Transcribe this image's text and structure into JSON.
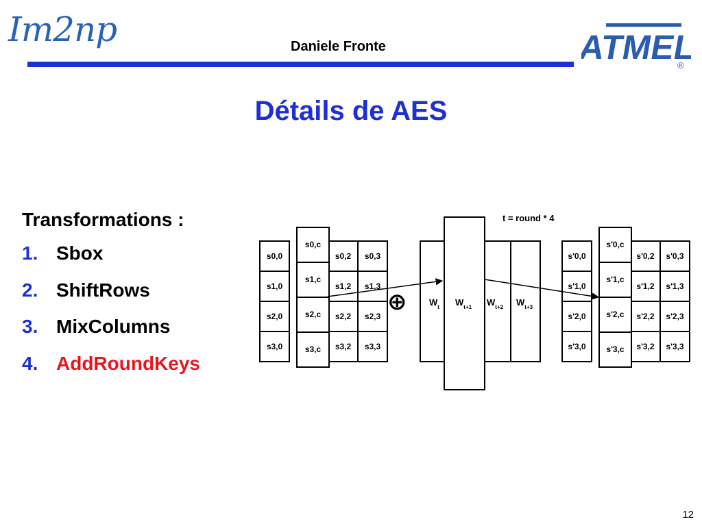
{
  "header": {
    "logo_text": "Im2np",
    "author": "Daniele Fronte",
    "brand_logo_text": "ATMEL",
    "brand_registered_mark": "®"
  },
  "title": "Détails de AES",
  "transformations": {
    "heading": "Transformations :",
    "steps": [
      {
        "number": "1.",
        "label": "Sbox"
      },
      {
        "number": "2.",
        "label": "ShiftRows"
      },
      {
        "number": "3.",
        "label": "MixColumns"
      },
      {
        "number": "4.",
        "label": "AddRoundKeys",
        "active": true
      }
    ]
  },
  "diagram": {
    "formula": "t = round * 4",
    "xor_symbol": "⊕",
    "input_state": [
      [
        "s0,0",
        "s0,c",
        "s0,2",
        "s0,3"
      ],
      [
        "s1,0",
        "s1,c",
        "s1,2",
        "s1,3"
      ],
      [
        "s2,0",
        "s2,c",
        "s2,2",
        "s2,3"
      ],
      [
        "s3,0",
        "s3,c",
        "s3,2",
        "s3,3"
      ]
    ],
    "output_state": [
      [
        "s'0,0",
        "s'0,c",
        "s'0,2",
        "s'0,3"
      ],
      [
        "s'1,0",
        "s'1,c",
        "s'1,2",
        "s'1,3"
      ],
      [
        "s'2,0",
        "s'2,c",
        "s'2,2",
        "s'2,3"
      ],
      [
        "s'3,0",
        "s'3,c",
        "s'3,2",
        "s'3,3"
      ]
    ],
    "round_keys": [
      {
        "base": "W",
        "sub": "t"
      },
      {
        "base": "W",
        "sub": "t+1"
      },
      {
        "base": "W",
        "sub": "t+2"
      },
      {
        "base": "W",
        "sub": "t+3"
      }
    ]
  },
  "page_number": "12",
  "colors": {
    "title_blue": "#1c30d6",
    "accent_red": "#e8161c",
    "logo_blue": "#2a62b4"
  }
}
